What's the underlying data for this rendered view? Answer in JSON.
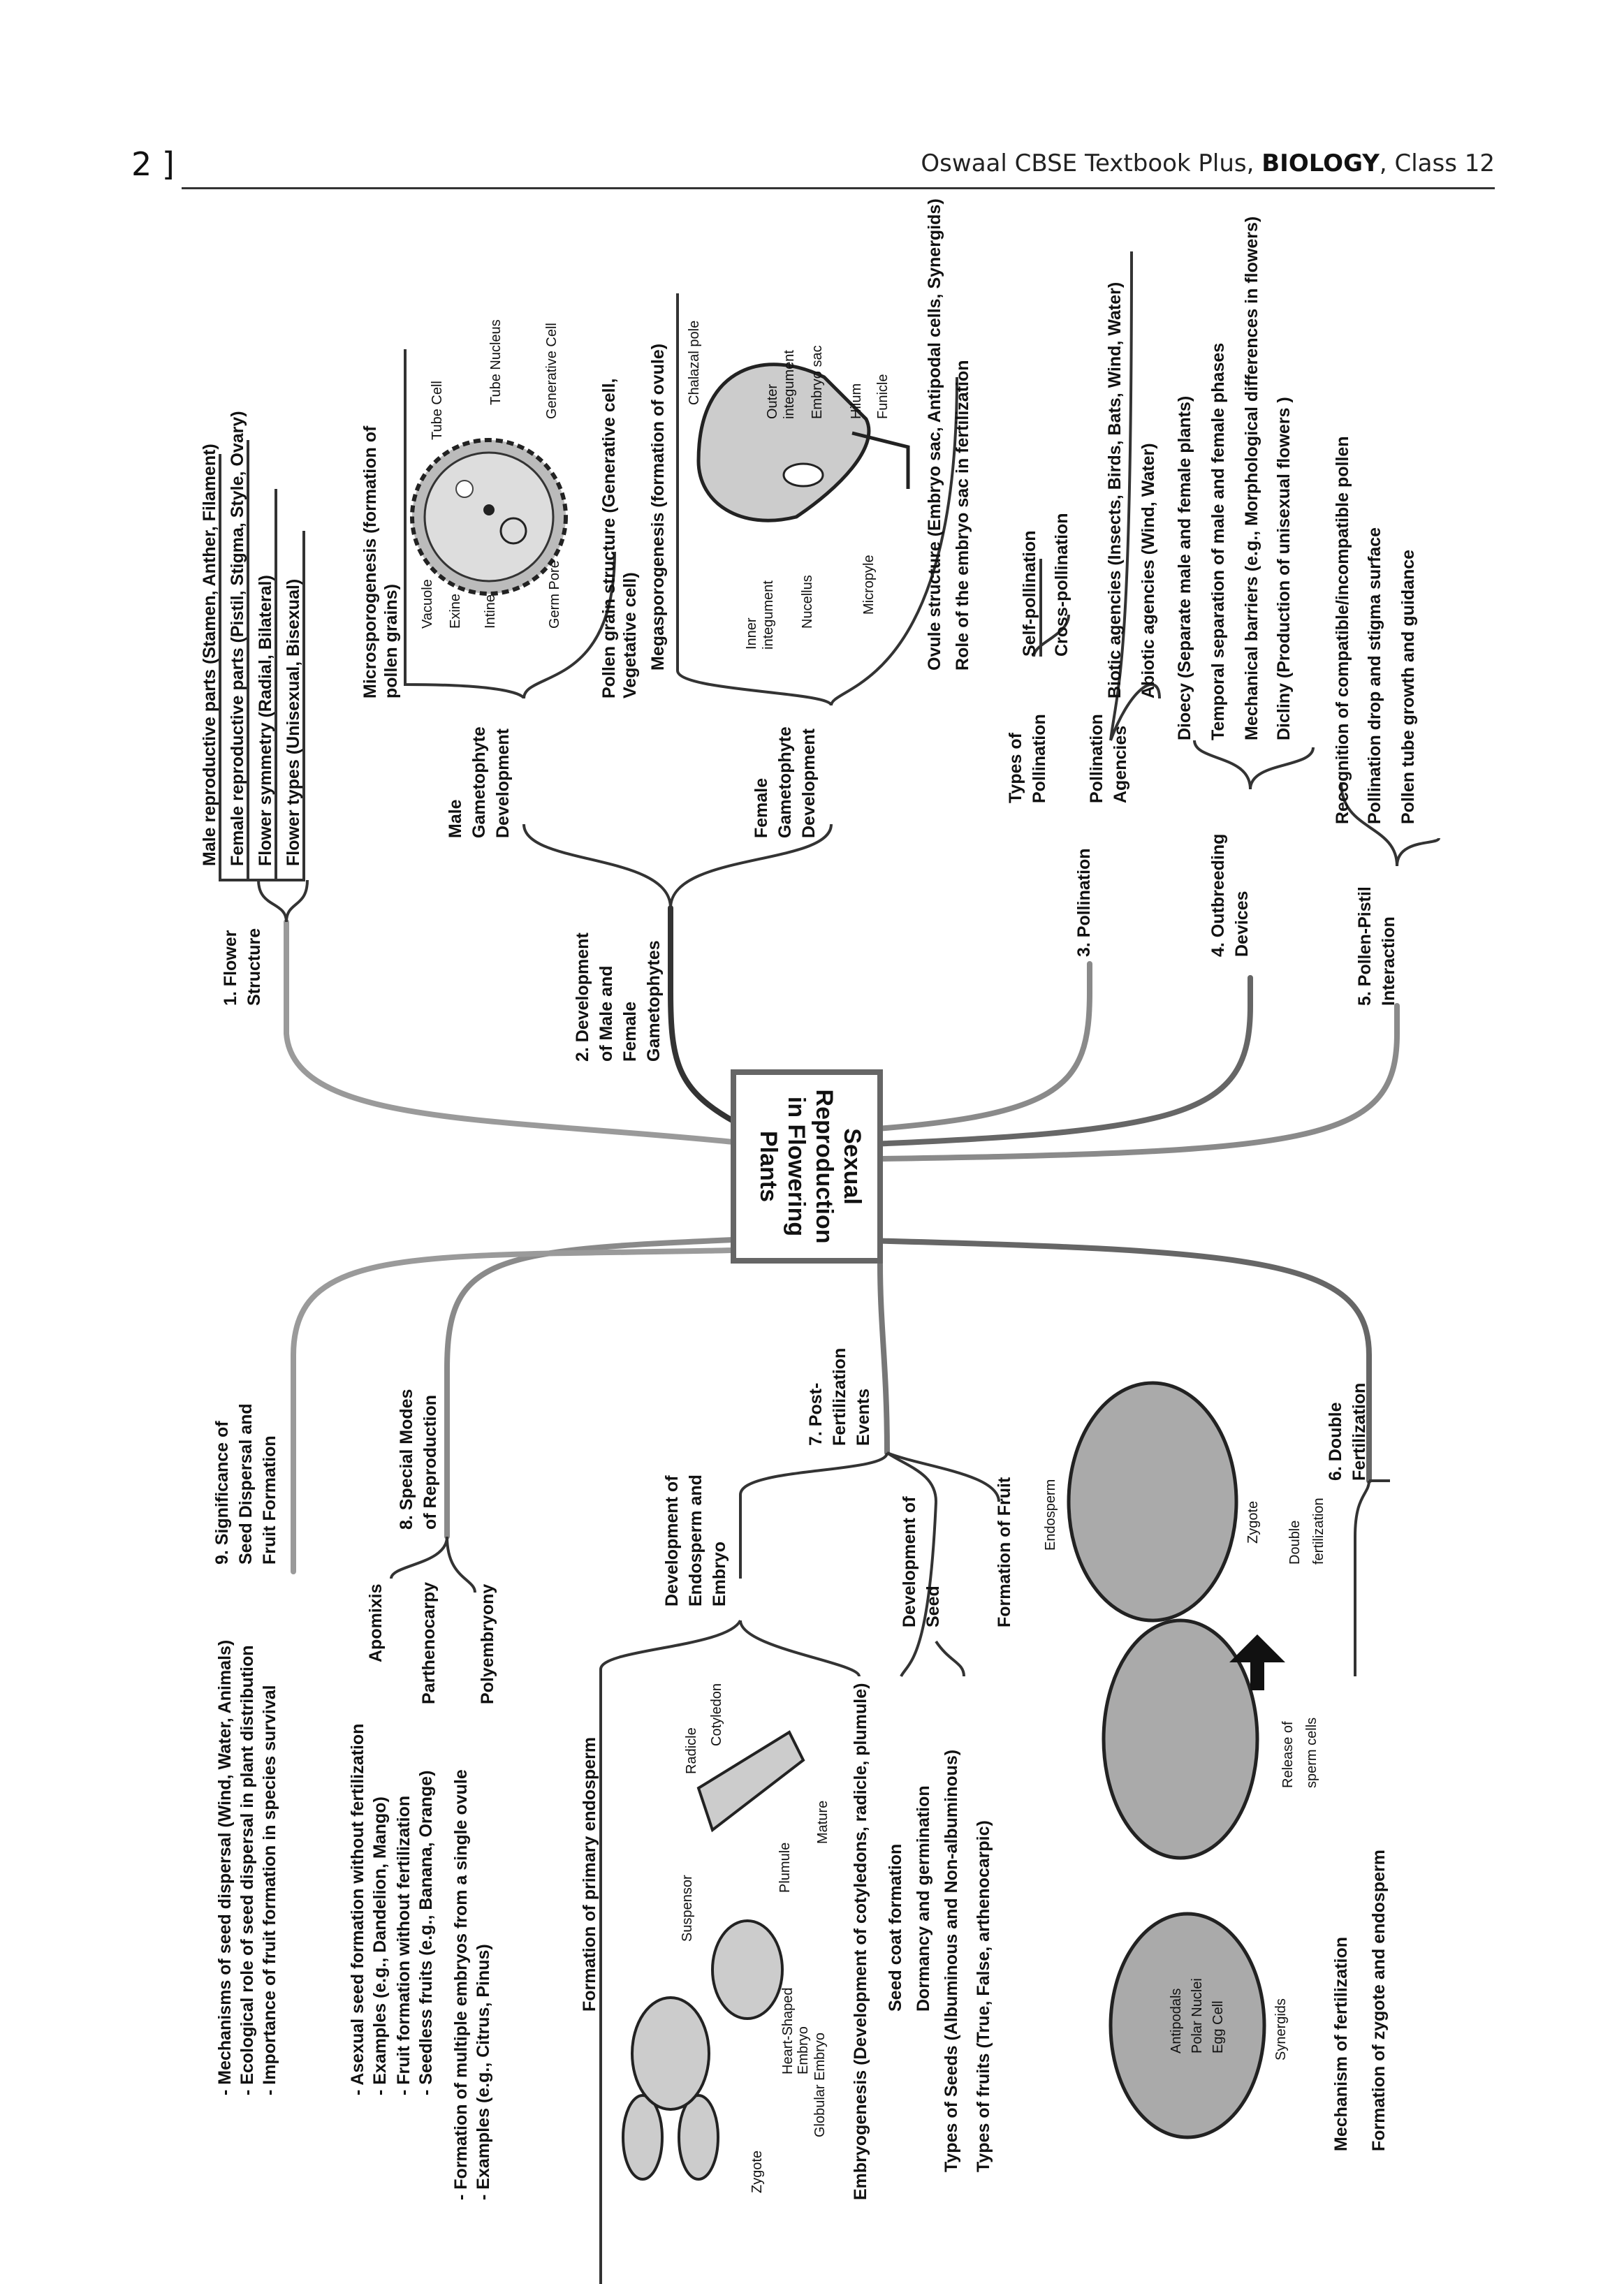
{
  "header": {
    "page_number": "2 ]",
    "book_title_prefix": "Oswaal CBSE Textbook Plus,",
    "book_title_subject": "BIOLOGY",
    "book_title_suffix": ", Class 12"
  },
  "central": {
    "line1": "Sexual",
    "line2": "Reproduction",
    "line3": "in Flowering",
    "line4": "Plants"
  },
  "colors": {
    "branch_dark": "#333333",
    "branch_mid": "#777777",
    "branch_light": "#9a9a9a",
    "box_border": "#666666"
  },
  "branches": {
    "flower_structure": {
      "title1": "1. Flower",
      "title2": "Structure",
      "items": [
        "Male reproductive parts (Stamen, Anther, Filament)",
        "Female reproductive parts (Pistil, Stigma, Style, Ovary)",
        "Flower symmetry (Radial, Bilateral)",
        "Flower types (Unisexual, Bisexual)"
      ]
    },
    "gametophytes": {
      "title1": "2. Development",
      "title2": "of Male and",
      "title3": "Female",
      "title4": "Gametophytes",
      "male": {
        "title1": "Male",
        "title2": "Gametophyte",
        "title3": "Development",
        "micro1": "Microsporogenesis (formation of",
        "micro2": "pollen grains)",
        "pollen_struct1": "Pollen grain structure (Generative cell,",
        "pollen_struct2": "Vegetative cell)",
        "pollen_labels": {
          "tube_cell": "Tube Cell",
          "tube_nucleus": "Tube Nucleus",
          "generative_cell": "Generative Cell",
          "vacuole": "Vacuole",
          "exine": "Exine",
          "intine": "Intine",
          "germ_pore": "Germ Pore"
        }
      },
      "female": {
        "title1": "Female",
        "title2": "Gametophyte",
        "title3": "Development",
        "mega": "Megasporogenesis (formation of ovule)",
        "ovule_struct": "Ovule structure (Embryo sac, Antipodal cells, Synergids)",
        "embryo_role": "Role of the embryo sac in fertilization",
        "ovule_labels": {
          "chalazal_pole": "Chalazal pole",
          "outer_integument1": "Outer",
          "outer_integument2": "integument",
          "embryo_sac": "Embryo sac",
          "hilum": "Hilum",
          "funicle": "Funicle",
          "inner_integument1": "Inner",
          "inner_integument2": "integument",
          "nucellus": "Nucellus",
          "micropyle": "Micropyle"
        }
      }
    },
    "pollination": {
      "title": "3. Pollination",
      "types_title1": "Types of",
      "types_title2": "Pollination",
      "types": [
        "Self-pollination",
        "Cross-pollination"
      ],
      "agencies_title1": "Pollination",
      "agencies_title2": "Agencies",
      "agencies": [
        "Biotic agencies (Insects, Birds, Bats, Wind, Water)",
        "Abiotic agencies (Wind, Water)"
      ]
    },
    "outbreeding": {
      "title1": "4. Outbreeding",
      "title2": "Devices",
      "items": [
        "Dioecy (Separate male and female plants)",
        "Temporal separation of male and female phases",
        "Mechanical barriers (e.g., Morphological differences in flowers)",
        "Dicliny (Production of unisexual flowers )"
      ]
    },
    "pollen_pistil": {
      "title1": "5. Pollen-Pistil",
      "title2": "Interaction",
      "items": [
        "Recognition of compatible/incompatible pollen",
        "Pollination drop and stigma surface",
        "Pollen tube growth and guidance"
      ]
    },
    "double_fertilization": {
      "title1": "6. Double",
      "title2": "Fertilization",
      "items": [
        "Mechanism of fertilization",
        "Formation of zygote and endosperm"
      ],
      "labels": {
        "antipodals": "Antipodals",
        "polar_nuclei": "Polar Nuclei",
        "egg_cell": "Egg Cell",
        "synergids": "Synergids",
        "release1": "Release of",
        "release2": "sperm cells",
        "endosperm": "Endosperm",
        "zygote": "Zygote",
        "double1": "Double",
        "double2": "fertilization"
      }
    },
    "post_fertilization": {
      "title1": "7. Post-",
      "title2": "Fertilization",
      "title3": "Events",
      "endosperm_embryo": {
        "title1": "Development of",
        "title2": "Endosperm and",
        "title3": "Embryo",
        "primary": "Formation of primary endosperm",
        "embryogenesis": "Embryogenesis (Development of cotyledons, radicle, plumule)",
        "labels": {
          "zygote": "Zygote",
          "globular": "Globular Embryo",
          "heart1": "Heart-Shaped",
          "heart2": "Embryo",
          "suspensor": "Suspensor",
          "radicle": "Radicle",
          "cotyledon": "Cotyledon",
          "plumule": "Plumule",
          "mature": "Mature"
        }
      },
      "seed": {
        "title1": "Development of",
        "title2": "Seed",
        "items": [
          "Seed coat formation",
          "Dormancy and germination",
          "Types of Seeds (Albuminous and Non-albuminous)"
        ]
      },
      "fruit": {
        "title": "Formation of Fruit",
        "items": [
          "Types of fruits (True, False, arthenocarpic)"
        ]
      }
    },
    "special_modes": {
      "title1": "8.  Special Modes",
      "title2": "of Reproduction",
      "apomixis": {
        "title": "Apomixis",
        "line1": "- Asexual seed formation without fertilization",
        "line2": "- Examples (e.g., Dandelion, Mango)"
      },
      "parthenocarpy": {
        "title": "Parthenocarpy",
        "line1": "- Fruit formation without fertilization",
        "line2": "- Seedless fruits (e.g., Banana, Orange)"
      },
      "polyembryony": {
        "title": "Polyembryony",
        "line1": "- Formation of multiple embryos from a single ovule",
        "line2": "- Examples (e.g., Citrus, Pinus)"
      }
    },
    "significance": {
      "title1": "9. Significance of",
      "title2": "Seed Dispersal and",
      "title3": "Fruit Formation",
      "items": [
        "- Mechanisms of seed dispersal (Wind, Water, Animals)",
        "- Ecological role of seed dispersal in plant distribution",
        "- Importance of fruit formation in species survival"
      ]
    }
  }
}
